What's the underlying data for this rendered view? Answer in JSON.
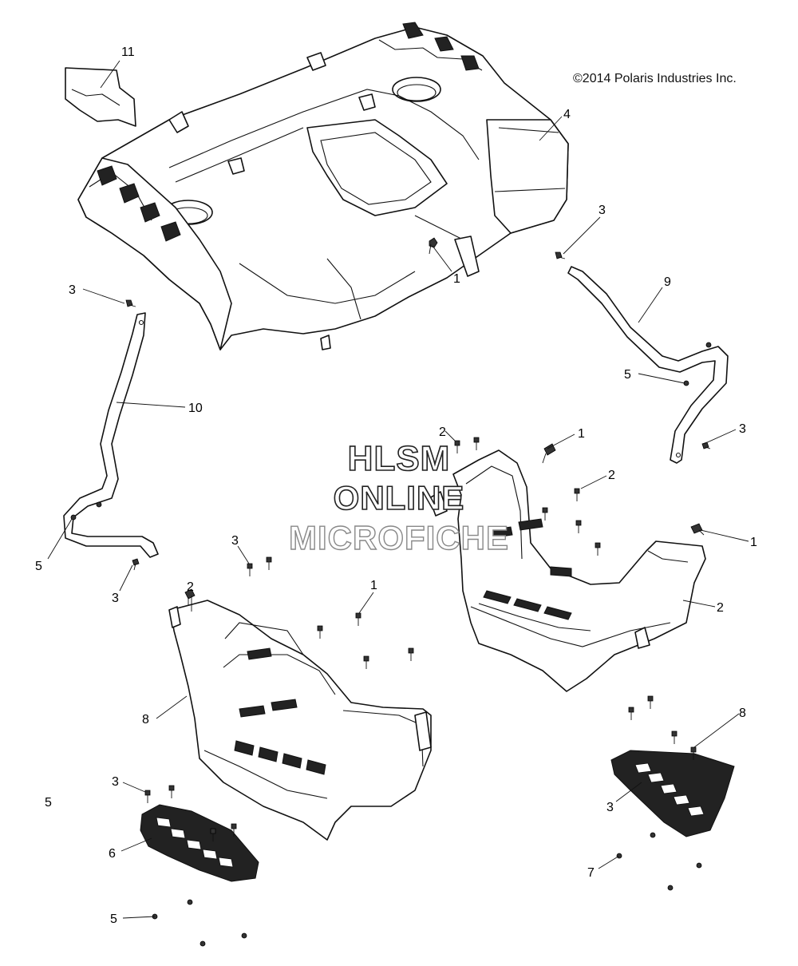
{
  "copyright": "©2014 Polaris Industries Inc.",
  "watermark": [
    "HLSM",
    "ONLINE",
    "MICROFICHE"
  ],
  "callouts": [
    {
      "id": "c11",
      "num": "11"
    },
    {
      "id": "c4",
      "num": "4"
    },
    {
      "id": "c1a",
      "num": "1"
    },
    {
      "id": "c3a",
      "num": "3"
    },
    {
      "id": "c3b",
      "num": "3"
    },
    {
      "id": "c9",
      "num": "9"
    },
    {
      "id": "c10",
      "num": "10"
    },
    {
      "id": "c5a",
      "num": "5"
    },
    {
      "id": "c3c",
      "num": "3"
    },
    {
      "id": "c2a",
      "num": "2"
    },
    {
      "id": "c1b",
      "num": "1"
    },
    {
      "id": "c3d",
      "num": "3"
    },
    {
      "id": "c2b",
      "num": "2"
    },
    {
      "id": "c1c",
      "num": "1"
    },
    {
      "id": "c5b",
      "num": "5"
    },
    {
      "id": "c3e",
      "num": "3"
    },
    {
      "id": "c2c",
      "num": "2"
    },
    {
      "id": "c1d",
      "num": "1"
    },
    {
      "id": "c2d",
      "num": "2"
    },
    {
      "id": "c8a",
      "num": "8"
    },
    {
      "id": "c8b",
      "num": "8"
    },
    {
      "id": "c3f",
      "num": "3"
    },
    {
      "id": "c3g",
      "num": "3"
    },
    {
      "id": "c6",
      "num": "6"
    },
    {
      "id": "c7",
      "num": "7"
    },
    {
      "id": "c5c",
      "num": "5"
    },
    {
      "id": "c5d",
      "num": "5"
    }
  ]
}
